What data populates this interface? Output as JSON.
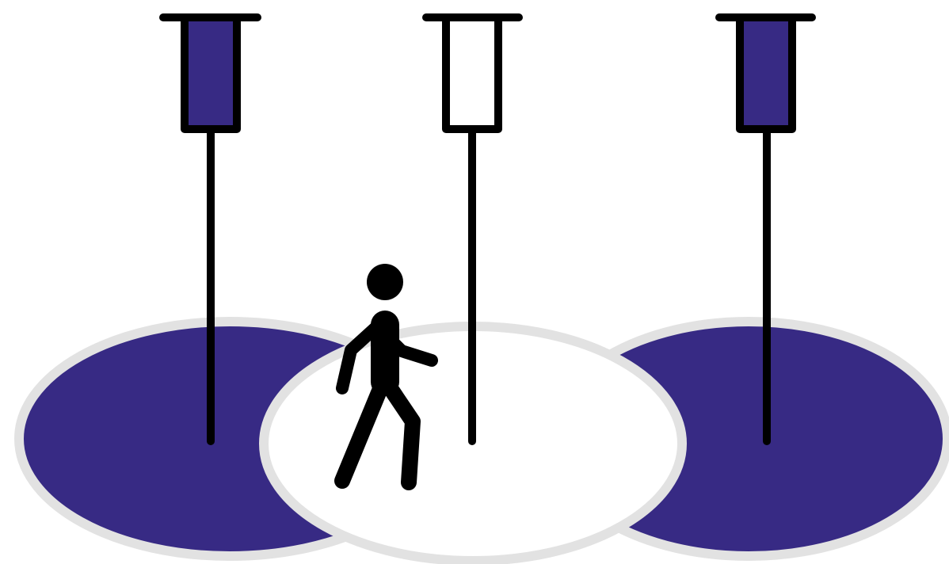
{
  "colors": {
    "lit_fill": "#372a84",
    "unlit_fill": "#ffffff",
    "pool_outline": "#e2e2e2",
    "line": "#000000",
    "background": "#ffffff"
  },
  "lamps": [
    {
      "id": "left",
      "state": "on"
    },
    {
      "id": "middle",
      "state": "off"
    },
    {
      "id": "right",
      "state": "on"
    }
  ],
  "pedestrian": {
    "icon": "walking-person-icon"
  }
}
